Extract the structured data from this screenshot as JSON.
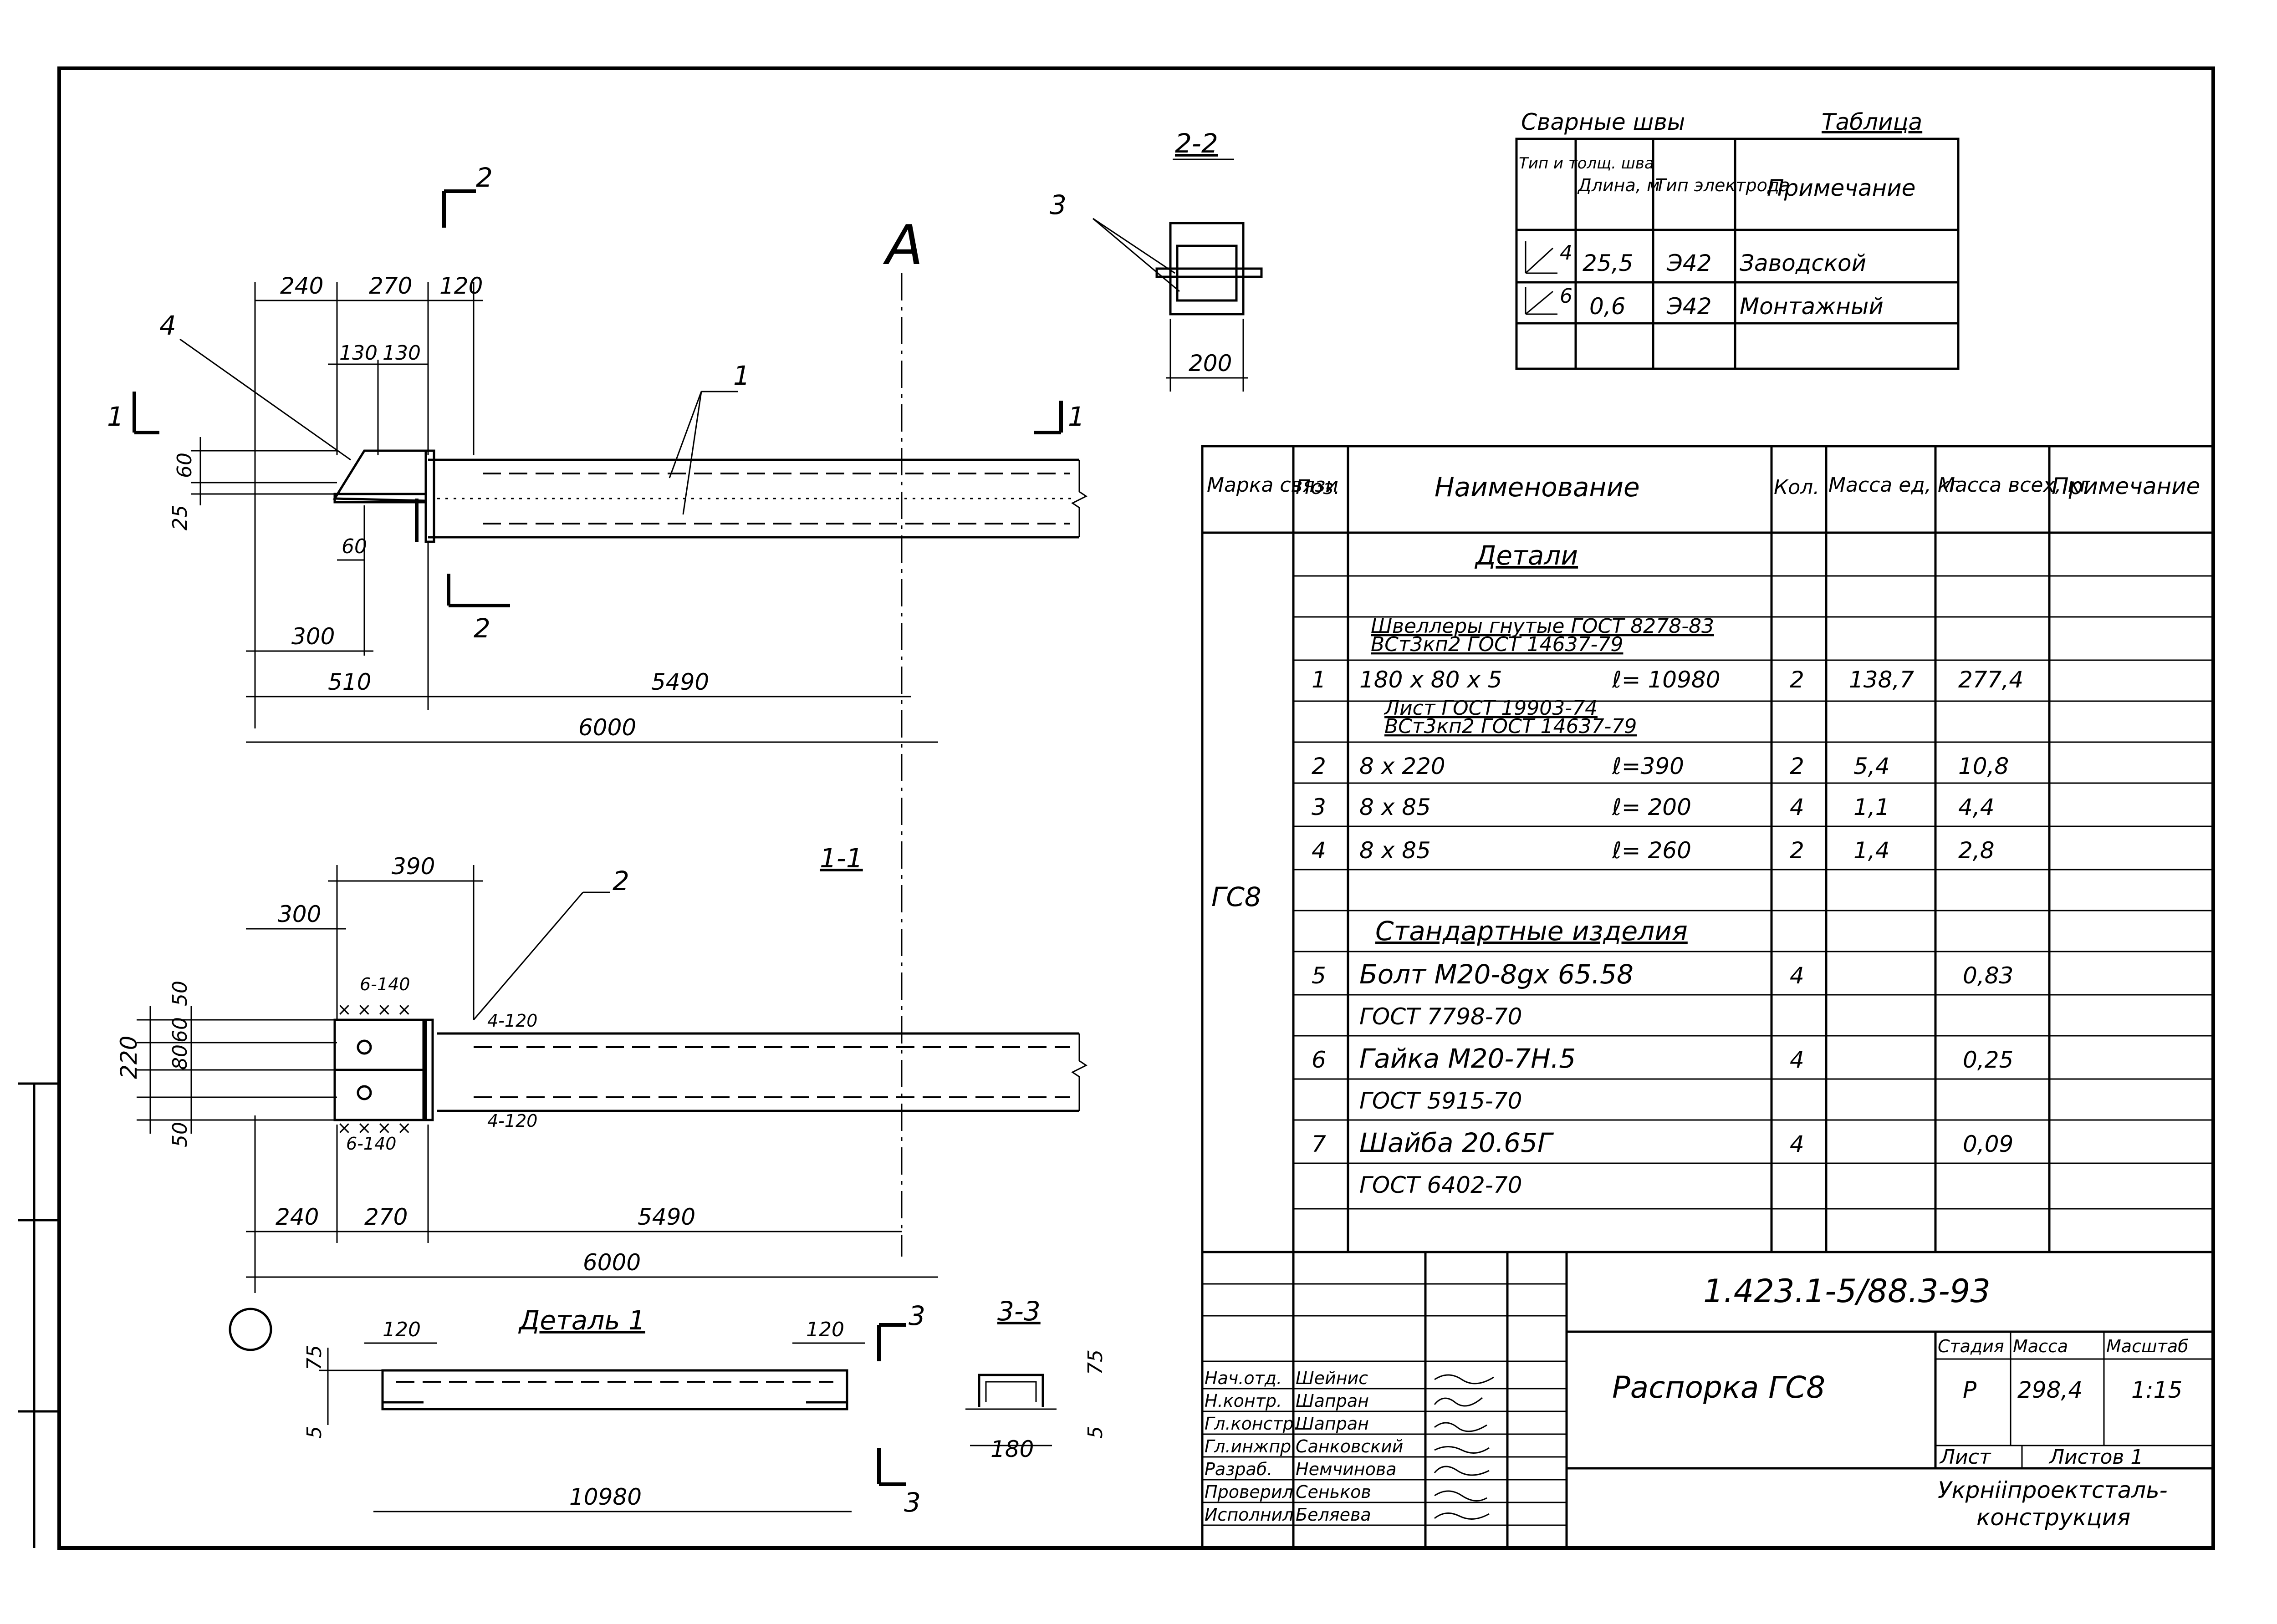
{
  "drawing": {
    "code": "1.423.1-5/88.3-93",
    "title": "Распорка ГС8",
    "org": "Укрнiiпроектсталь-конструкция",
    "stage_label": "Стадия",
    "stage": "Р",
    "mass_label": "Масса",
    "mass": "298,4",
    "scale_label": "Масштаб",
    "scale": "1:15",
    "sheet_label": "Лист",
    "sheets_label": "Листов 1"
  },
  "signatures": [
    {
      "role": "Нач.отд.",
      "name": "Шейнис"
    },
    {
      "role": "Н.контр.",
      "name": "Шапран"
    },
    {
      "role": "Гл.констр.",
      "name": "Шапран"
    },
    {
      "role": "Гл.инжпр.",
      "name": "Санковский"
    },
    {
      "role": "Разраб.",
      "name": "Немчинова"
    },
    {
      "role": "Проверил",
      "name": "Сеньков"
    },
    {
      "role": "Исполнил",
      "name": "Беляева"
    }
  ],
  "welds": {
    "title": "Сварные швы",
    "table_label": "Таблица",
    "headers": [
      "Тип и толщ. шва",
      "Длина, м",
      "Тип электрода",
      "Примечание"
    ],
    "rows": [
      {
        "type": "4",
        "length": "25,5",
        "electrode": "Э42",
        "note": "Заводской"
      },
      {
        "type": "6",
        "length": "0,6",
        "electrode": "Э42",
        "note": "Монтажный"
      }
    ]
  },
  "spec": {
    "headers": {
      "mark": "Марка связи",
      "pos": "Поз.",
      "name": "Наименование",
      "qty": "Кол.",
      "mass_unit": "Масса ед, кг",
      "mass_all": "Масса всех, кг",
      "note": "Примечание"
    },
    "mark": "ГС8",
    "section_details": "Детали",
    "std1": "Швеллеры гнутые ГОСТ 8278-83",
    "std1b": "ВСт3кп2 ГОСТ 14637-79",
    "row1": {
      "pos": "1",
      "name": "180 x 80 x 5",
      "len": "ℓ= 10980",
      "qty": "2",
      "mu": "138,7",
      "ma": "277,4"
    },
    "std2": "Лист ГОСТ 19903-74",
    "std2b": "ВСт3кп2 ГОСТ 14637-79",
    "row2": {
      "pos": "2",
      "name": "8 x 220",
      "len": "ℓ=390",
      "qty": "2",
      "mu": "5,4",
      "ma": "10,8"
    },
    "row3": {
      "pos": "3",
      "name": "8 x 85",
      "len": "ℓ= 200",
      "qty": "4",
      "mu": "1,1",
      "ma": "4,4"
    },
    "row4": {
      "pos": "4",
      "name": "8 x 85",
      "len": "ℓ= 260",
      "qty": "2",
      "mu": "1,4",
      "ma": "2,8"
    },
    "section_std": "Стандартные изделия",
    "row5": {
      "pos": "5",
      "name": "Болт М20-8gx 65.58",
      "qty": "4",
      "ma": "0,83"
    },
    "row5b": "ГОСТ 7798-70",
    "row6": {
      "pos": "6",
      "name": "Гайка М20-7Н.5",
      "qty": "4",
      "ma": "0,25"
    },
    "row6b": "ГОСТ 5915-70",
    "row7": {
      "pos": "7",
      "name": "Шайба 20.65Г",
      "qty": "4",
      "ma": "0,09"
    },
    "row7b": "ГОСТ 6402-70"
  },
  "views": {
    "sec22": "2-2",
    "sec11": "1-1",
    "sec33": "3-3",
    "detail1": "Деталь 1",
    "axis": "А",
    "cut_2": "2",
    "cut_1": "1",
    "cut_3": "3",
    "pos1": "1",
    "pos2": "2",
    "pos3": "3",
    "pos4": "4"
  },
  "dims": {
    "d240": "240",
    "d270": "270",
    "d120": "120",
    "d130a": "130",
    "d130b": "130",
    "d60": "60",
    "d25": "25",
    "d60b": "60",
    "d300": "300",
    "d510": "510",
    "d5490": "5490",
    "d6000": "6000",
    "d200": "200",
    "d390": "390",
    "d300b": "300",
    "d50a": "50",
    "d60c": "60",
    "d80": "80",
    "d50b": "50",
    "d220": "220",
    "w6140a": "6-140",
    "w6140b": "6-140",
    "w4120a": "4-120",
    "w4120b": "4-120",
    "d240b": "240",
    "d270b": "270",
    "d5490b": "5490",
    "d6000b": "6000",
    "d120a": "120",
    "d120b": "120",
    "d75": "75",
    "d5": "5",
    "d10980": "10980",
    "d180": "180",
    "d75b": "75",
    "d5b": "5"
  }
}
